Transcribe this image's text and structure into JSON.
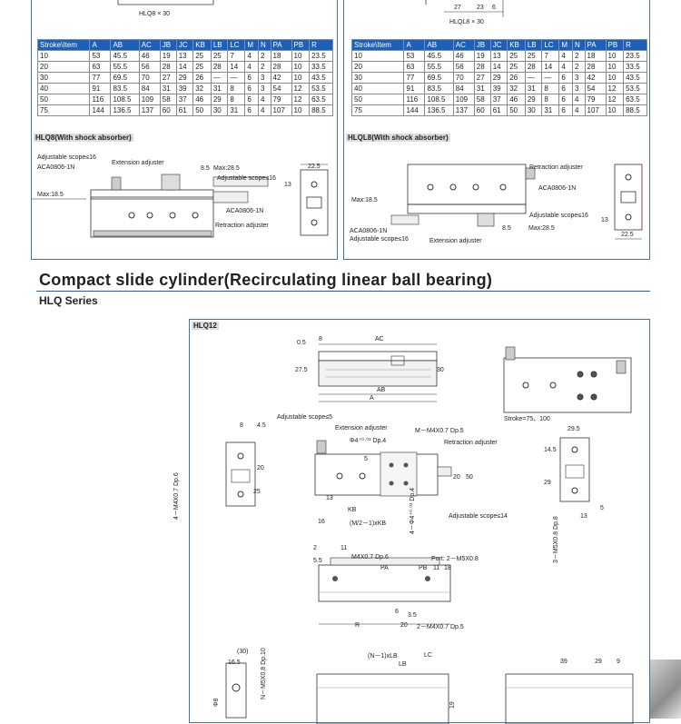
{
  "hlq8": {
    "caption": "HLQ8 × 30",
    "headers": [
      "Stroke\\Item",
      "A",
      "AB",
      "AC",
      "JB",
      "JC",
      "KB",
      "LB",
      "LC",
      "M",
      "N",
      "PA",
      "PB",
      "R"
    ],
    "rows": [
      [
        "10",
        "53",
        "45.5",
        "46",
        "19",
        "13",
        "25",
        "25",
        "7",
        "4",
        "2",
        "18",
        "10",
        "23.5"
      ],
      [
        "20",
        "63",
        "55.5",
        "56",
        "28",
        "14",
        "25",
        "28",
        "14",
        "4",
        "2",
        "28",
        "10",
        "33.5"
      ],
      [
        "30",
        "77",
        "69.5",
        "70",
        "27",
        "29",
        "26",
        "—",
        "—",
        "6",
        "3",
        "42",
        "10",
        "43.5"
      ],
      [
        "40",
        "91",
        "83.5",
        "84",
        "31",
        "39",
        "32",
        "31",
        "8",
        "6",
        "3",
        "54",
        "12",
        "53.5"
      ],
      [
        "50",
        "116",
        "108.5",
        "109",
        "58",
        "37",
        "46",
        "29",
        "8",
        "6",
        "4",
        "79",
        "12",
        "63.5"
      ],
      [
        "75",
        "144",
        "136.5",
        "137",
        "60",
        "61",
        "50",
        "30",
        "31",
        "6",
        "4",
        "107",
        "10",
        "88.5"
      ]
    ],
    "shock_title": "HLQ8(With shock absorber)",
    "labels": {
      "adj": "Adjustable scope≤16",
      "aca": "ACA0806-1N",
      "ext": "Extension adjuster",
      "max18": "Max:18.5",
      "d85": "8.5",
      "max28": "Max:28.5",
      "adj2": "Adjustable scope≤16",
      "aca2": "ACA0806-1N",
      "retr": "Retraction adjuster",
      "d225": "22.5",
      "d13": "13"
    }
  },
  "hlql8": {
    "caption": "HLQL8 × 30",
    "dims": [
      "27",
      "23",
      "6"
    ],
    "headers": [
      "Stroke\\Item",
      "A",
      "AB",
      "AC",
      "JB",
      "JC",
      "KB",
      "LB",
      "LC",
      "M",
      "N",
      "PA",
      "PB",
      "R"
    ],
    "rows": [
      [
        "10",
        "53",
        "45.5",
        "46",
        "19",
        "13",
        "25",
        "25",
        "7",
        "4",
        "2",
        "18",
        "10",
        "23.5"
      ],
      [
        "20",
        "63",
        "55.5",
        "56",
        "28",
        "14",
        "25",
        "28",
        "14",
        "4",
        "2",
        "28",
        "10",
        "33.5"
      ],
      [
        "30",
        "77",
        "69.5",
        "70",
        "27",
        "29",
        "26",
        "—",
        "—",
        "6",
        "3",
        "42",
        "10",
        "43.5"
      ],
      [
        "40",
        "91",
        "83.5",
        "84",
        "31",
        "39",
        "32",
        "31",
        "8",
        "6",
        "3",
        "54",
        "12",
        "53.5"
      ],
      [
        "50",
        "116",
        "108.5",
        "109",
        "58",
        "37",
        "46",
        "29",
        "8",
        "6",
        "4",
        "79",
        "12",
        "63.5"
      ],
      [
        "75",
        "144",
        "136.5",
        "137",
        "60",
        "61",
        "50",
        "30",
        "31",
        "6",
        "4",
        "107",
        "10",
        "88.5"
      ]
    ],
    "shock_title": "HLQL8(With shock absorber)",
    "labels": {
      "retr": "Retraction adjuster",
      "aca": "ACA0806-1N",
      "max18": "Max:18.5",
      "aca2": "ACA0806-1N",
      "adj": "Adjustable scope≤16",
      "ext": "Extension adjuster",
      "d85": "8.5",
      "max28": "Max:28.5",
      "adj2": "Adjustable scope≤16",
      "d225": "22.5",
      "d13": "13"
    }
  },
  "section": {
    "title": "Compact slide cylinder(Recirculating linear ball bearing)",
    "series": "HLQ Series"
  },
  "hlq12": {
    "tag": "HLQ12",
    "top": {
      "d05": "0.5",
      "d8": "8",
      "ac": "AC",
      "d275": "27.5",
      "d30": "30",
      "ab": "AB",
      "a": "A"
    },
    "stroke": "Stroke=75、100",
    "mid": {
      "adj5": "Adjustable scope≤5",
      "ext": "Extension adjuster",
      "m": "M－M4X0.7 Dp.5",
      "phi": "Φ4⁺⁰·⁰³ Dp.4",
      "retr": "Retraction adjuster",
      "d8": "8",
      "d45": "4.5",
      "d5": "5",
      "d20a": "20",
      "d20b": "20",
      "d50": "50",
      "d25": "25",
      "d13": "13",
      "d16": "16",
      "kb": "KB",
      "mkb": "(M/2－1)xKB",
      "adj14": "Adjustable scope≤14",
      "left": "4－M4X0.7 Dp.6",
      "phi2": "4－Φ4⁺⁰·⁰³ Dp.4"
    },
    "right": {
      "d295": "29.5",
      "d145": "14.5",
      "d29": "29",
      "d13": "13",
      "d5": "5",
      "m5": "3－M5X0.8 Dp.8"
    },
    "low": {
      "d2": "2",
      "d11": "11",
      "d55": "5.5",
      "m4": "M4X0.7 Dp.6",
      "port": "Port: 2－M5X0.8",
      "pa": "PA",
      "pb": "PB",
      "d11b": "11",
      "d18": "18",
      "d6": "6",
      "d35": "3.5",
      "r": "R",
      "d20": "20",
      "m4b": "2－M4X0.7 Dp.5"
    },
    "bottom": {
      "d30": "(30)",
      "d165": "16.5",
      "nm5": "N－M5X0.8 Dp.10",
      "phi8": "Φ8",
      "nlb": "(N－1)xLB",
      "lc": "LC",
      "lb": "LB",
      "d19": "19",
      "d39": "39",
      "d29": "29",
      "d9": "9"
    }
  }
}
